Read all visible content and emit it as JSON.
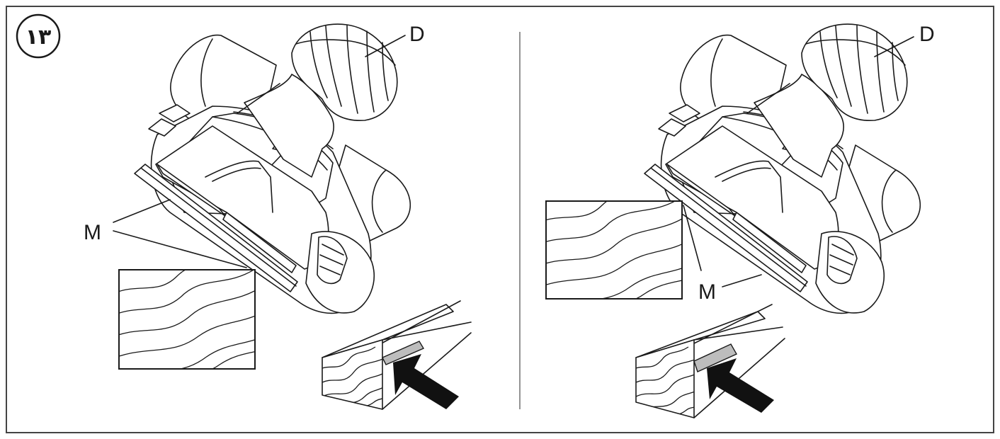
{
  "figure": {
    "number": "١٣",
    "left_panel": {
      "label_d": "D",
      "label_m": "M"
    },
    "right_panel": {
      "label_d": "D",
      "label_m": "M"
    }
  },
  "colors": {
    "line": "#1a1a1a",
    "chamfer_highlight": "#bdbdbd",
    "arrow": "#111111"
  }
}
